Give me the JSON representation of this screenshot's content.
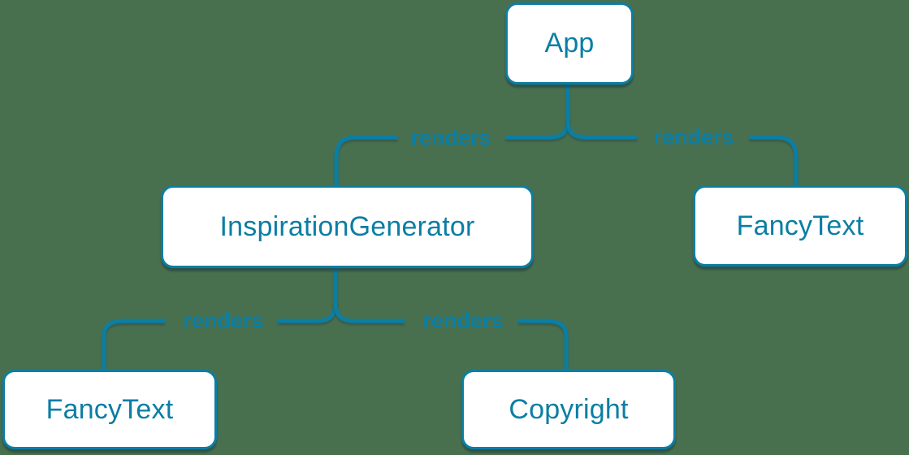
{
  "colors": {
    "background": "#49704e",
    "accent_blue": "#0b7ea4",
    "node_fill": "#ffffff"
  },
  "nodes": [
    {
      "id": "app",
      "label": "App"
    },
    {
      "id": "inspiration-generator",
      "label": "InspirationGenerator"
    },
    {
      "id": "fancy-text-top",
      "label": "FancyText"
    },
    {
      "id": "fancy-text-bottom",
      "label": "FancyText"
    },
    {
      "id": "copyright",
      "label": "Copyright"
    }
  ],
  "edges": [
    {
      "from": "app",
      "to": "inspiration-generator",
      "label": "renders"
    },
    {
      "from": "app",
      "to": "fancy-text-top",
      "label": "renders"
    },
    {
      "from": "inspiration-generator",
      "to": "fancy-text-bottom",
      "label": "renders"
    },
    {
      "from": "inspiration-generator",
      "to": "copyright",
      "label": "renders"
    }
  ]
}
